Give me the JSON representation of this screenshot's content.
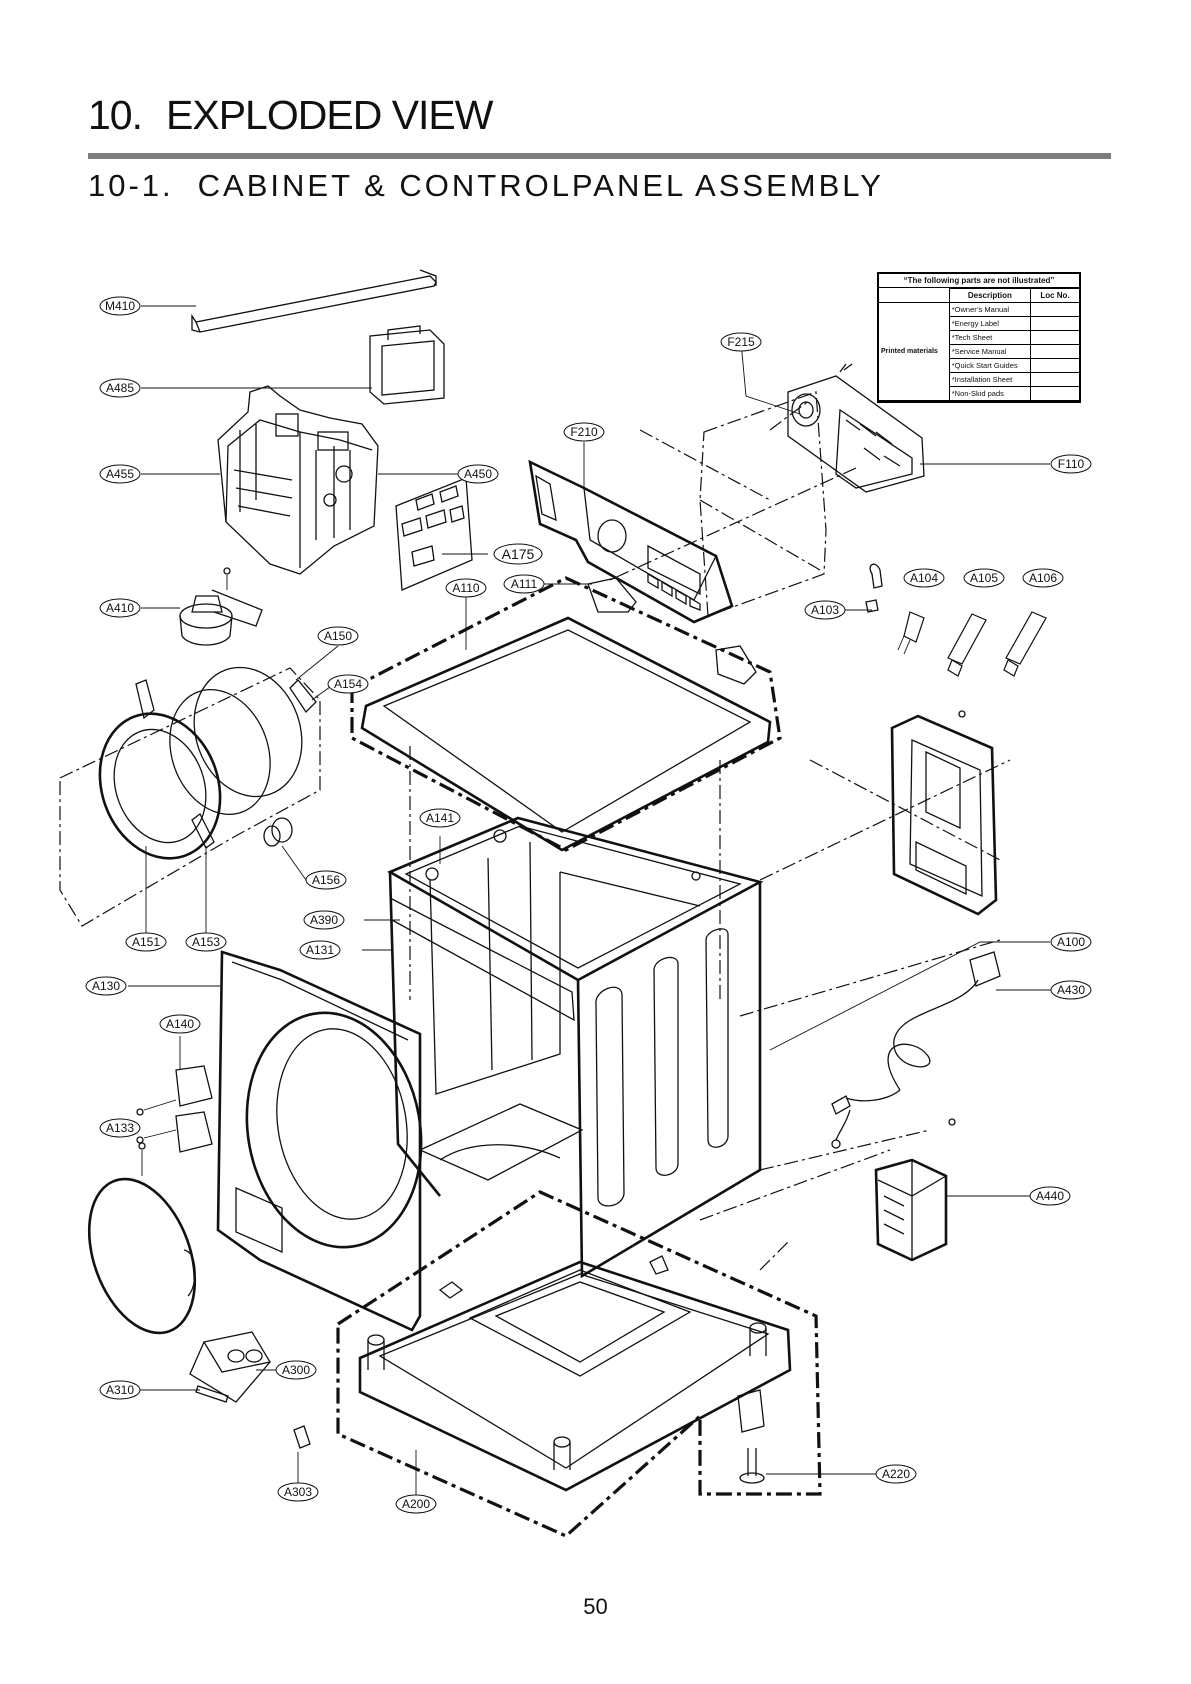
{
  "header": {
    "chapter_number": "10.",
    "chapter_title": "EXPLODED VIEW",
    "section_number": "10-1.",
    "section_title": "CABINET & CONTROLPANEL ASSEMBLY"
  },
  "note_table": {
    "heading": "“The following parts are not illustrated”",
    "col_description": "Description",
    "col_loc": "Loc No.",
    "group_label": "Printed materials",
    "items": [
      "*Owner’s Manual",
      "*Energy Label",
      "*Tech Sheet",
      "*Service Manual",
      "*Quick Start Guides",
      "*Installation Sheet",
      "*Non-Skid pads"
    ]
  },
  "callouts": {
    "M410": "M410",
    "A485": "A485",
    "A455": "A455",
    "A450": "A450",
    "F215": "F215",
    "F210": "F210",
    "F110": "F110",
    "A175": "A175",
    "A110": "A110",
    "A111": "A111",
    "A104": "A104",
    "A105": "A105",
    "A106": "A106",
    "A103": "A103",
    "A410": "A410",
    "A150": "A150",
    "A154": "A154",
    "A141": "A141",
    "A156": "A156",
    "A390": "A390",
    "A131": "A131",
    "A151": "A151",
    "A153": "A153",
    "A100": "A100",
    "A130": "A130",
    "A430": "A430",
    "A140": "A140",
    "A133": "A133",
    "A440": "A440",
    "A300": "A300",
    "A310": "A310",
    "A220": "A220",
    "A303": "A303",
    "A200": "A200"
  },
  "page_number": "50"
}
